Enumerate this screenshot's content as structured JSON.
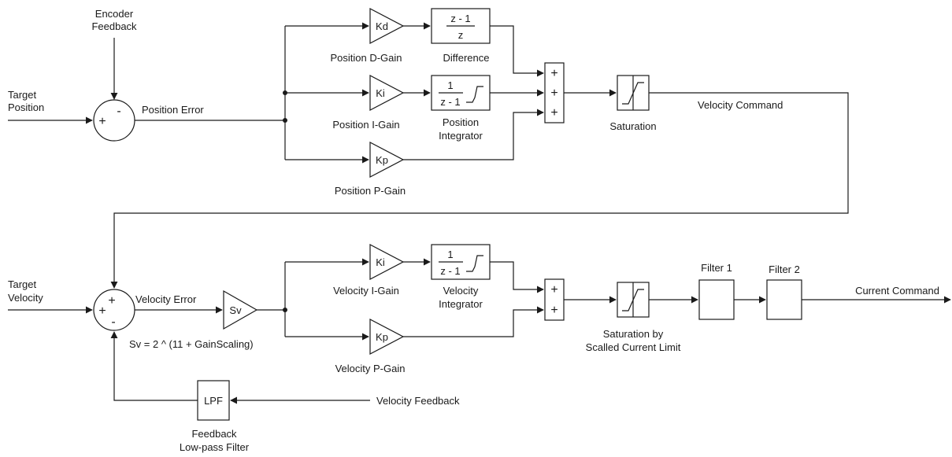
{
  "inputs": {
    "encoder_feedback": [
      "Encoder",
      "Feedback"
    ],
    "target_position": [
      "Target",
      "Position"
    ],
    "target_velocity": [
      "Target",
      "Velocity"
    ],
    "velocity_feedback": "Velocity Feedback"
  },
  "signals": {
    "position_error": "Position Error",
    "velocity_command": "Velocity Command",
    "velocity_error": "Velocity Error",
    "current_command": "Current Command"
  },
  "position_loop": {
    "sum1_signs": [
      "-",
      "+"
    ],
    "kd_gain": "Kd",
    "ki_gain": "Ki",
    "kp_gain": "Kp",
    "d_gain_label": "Position D-Gain",
    "i_gain_label": "Position I-Gain",
    "p_gain_label": "Position P-Gain",
    "difference_num": "z - 1",
    "difference_den": "z",
    "difference_label": "Difference",
    "integrator_num": "1",
    "integrator_den": "z - 1",
    "integrator_label": [
      "Position",
      "Integrator"
    ],
    "sum2_signs": [
      "+",
      "+",
      "+"
    ],
    "saturation_label": "Saturation"
  },
  "velocity_loop": {
    "sum_signs": [
      "+",
      "+",
      "-"
    ],
    "sv_label": "Sv",
    "sv_formula": "Sv = 2 ^ (11 + GainScaling)",
    "ki_gain": "Ki",
    "kp_gain": "Kp",
    "i_gain_label": "Velocity I-Gain",
    "p_gain_label": "Velocity P-Gain",
    "integrator_num": "1",
    "integrator_den": "z - 1",
    "integrator_label": [
      "Velocity",
      "Integrator"
    ],
    "sum2_signs": [
      "+",
      "+"
    ],
    "saturation_label": [
      "Saturation by",
      "Scalled Current Limit"
    ],
    "filter1_label": "Filter 1",
    "filter2_label": "Filter 2",
    "lpf_label": "LPF",
    "lpf_caption": [
      "Feedback",
      "Low-pass Filter"
    ]
  }
}
